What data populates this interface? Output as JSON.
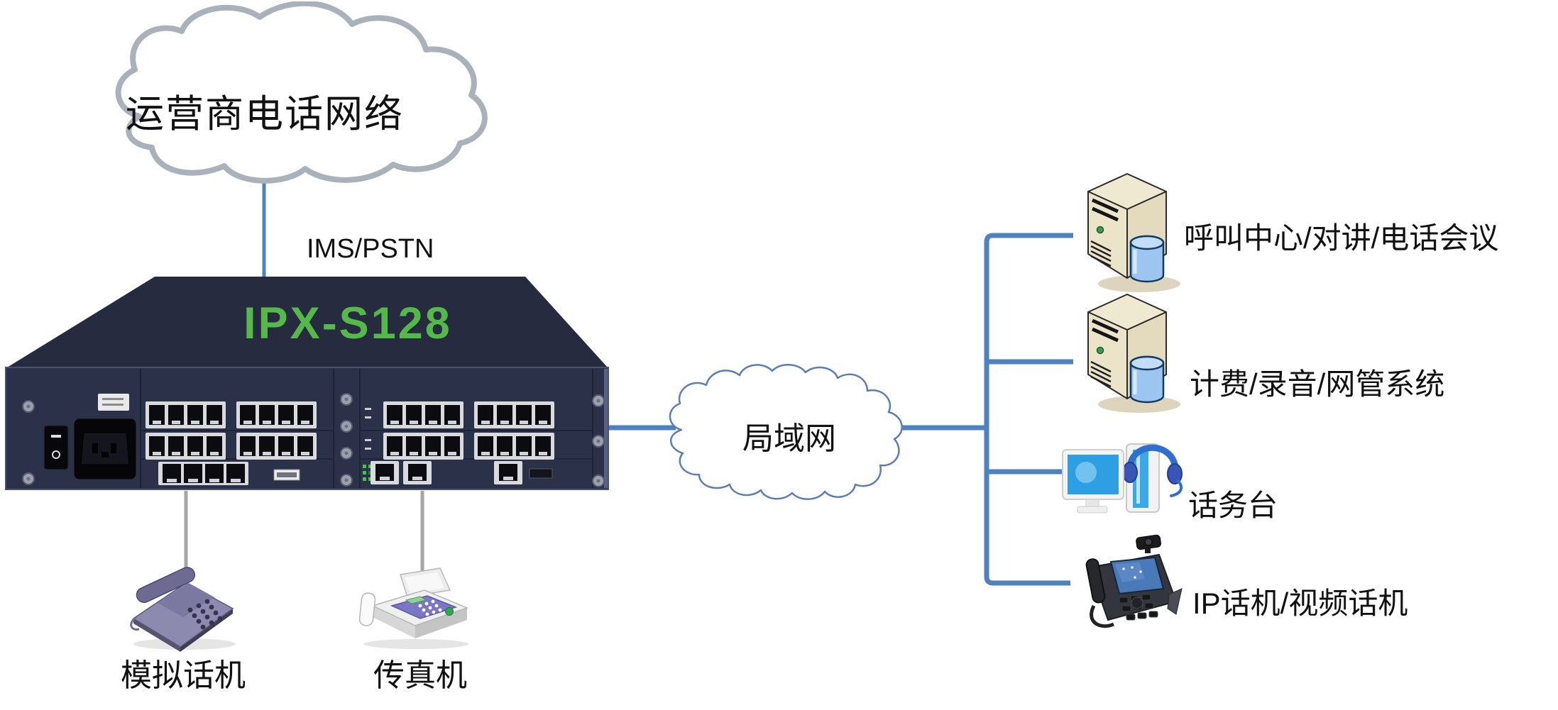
{
  "diagram": {
    "pstn_cloud_label": "运营商电话网络",
    "trunk_label": "IMS/PSTN",
    "device_model": "IPX-S128",
    "analog_phone_label": "模拟话机",
    "fax_label": "传真机",
    "lan_cloud_label": "局域网",
    "lan_nodes": [
      {
        "label": "呼叫中心/对讲/电话会议",
        "icon": "server-database-icon"
      },
      {
        "label": "计费/录音/网管系统",
        "icon": "server-database-icon"
      },
      {
        "label": "话务台",
        "icon": "workstation-headset-icon"
      },
      {
        "label": "IP话机/视频话机",
        "icon": "ip-video-phone-icon"
      }
    ],
    "colors": {
      "link_blue": "#4f81bd",
      "phone_line_gray": "#a6a6a6",
      "pstn_cloud_outline": "#a9b1bb",
      "lan_cloud_outline": "#5b7fb4",
      "device_body": "#272c41",
      "device_model_green": "#54b948"
    }
  }
}
